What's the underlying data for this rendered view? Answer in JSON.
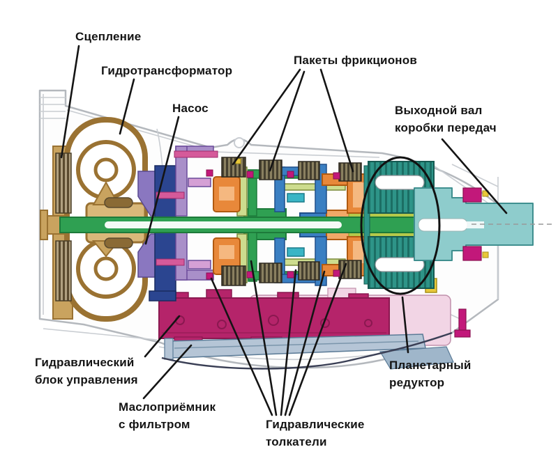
{
  "diagram": {
    "subject": "automatic-transmission-cross-section",
    "labels": {
      "clutch": "Сцепление",
      "torque_converter": "Гидротрансформатор",
      "pump": "Насос",
      "friction_packs": "Пакеты фрикционов",
      "output_shaft": "Выходной вал\nкоробки передач",
      "hydraulic_control_unit": "Гидравлический\nблок управления",
      "oil_pickup": "Маслоприёмник\nс фильтром",
      "hydraulic_pushers": "Гидравлические\nтолкатели",
      "planetary_gear": "Планетарный\nредуктор"
    },
    "colors": {
      "housing_outline": "#b4b8bd",
      "converter_brown": "#9a7232",
      "converter_tan": "#d9b87a",
      "shaft_green": "#2fa052",
      "pump_navy": "#2b4590",
      "pump_lavender": "#8a77c0",
      "drum_violet": "#a98fc9",
      "drum_orange": "#e8883a",
      "drum_blue": "#3a7fc2",
      "drum_lightgreen": "#cddc8e",
      "friction_dark": "#453f2f",
      "planetary_teal": "#2e9488",
      "output_cyan": "#8ecccc",
      "bearing_magenta": "#c2187a",
      "hydraulic_crimson": "#b5246a",
      "backing_pink": "#f2d5e5",
      "pickup_steel": "#b5c5d6",
      "accent_yellow": "#e8c83a",
      "leader_line": "#141414",
      "label_text": "#141414"
    }
  }
}
